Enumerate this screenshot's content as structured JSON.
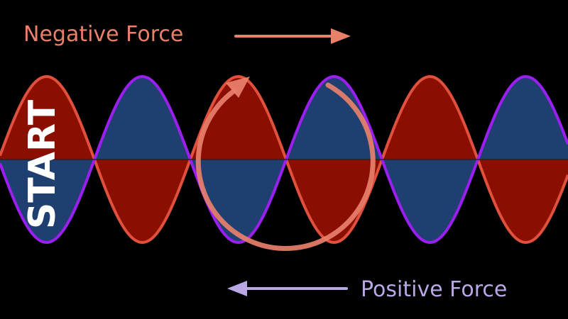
{
  "labels": {
    "top": "Negative Force",
    "bottom": "Positive Force",
    "start": "START"
  },
  "colors": {
    "background": "#000000",
    "negative": "#e8806a",
    "positive": "#b9a7e6",
    "red_fill": "#8a0f00",
    "red_stroke": "#e0503c",
    "blue_fill": "#1f3f70",
    "purple_stroke": "#9b1ff0",
    "loop_arrow": "#e8806a",
    "start_text": "#ffffff"
  }
}
